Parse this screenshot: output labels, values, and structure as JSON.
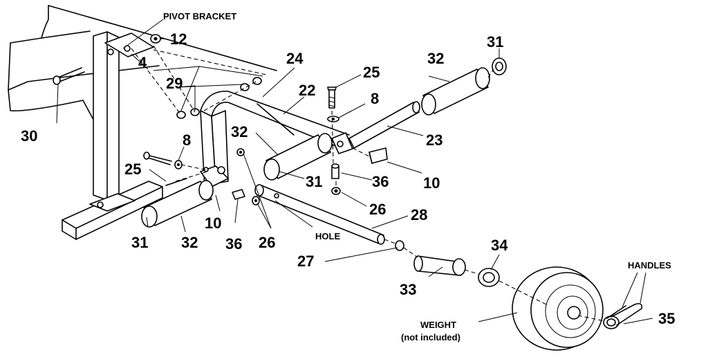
{
  "labels": {
    "pivot_bracket": "PIVOT BRACKET",
    "p4": "4",
    "p8": "8",
    "p10": "10",
    "p12": "12",
    "p22": "22",
    "p23": "23",
    "p24": "24",
    "p25": "25",
    "p26": "26",
    "p27": "27",
    "p28": "28",
    "p29": "29",
    "p30": "30",
    "p31": "31",
    "p32": "32",
    "p33": "33",
    "p34": "34",
    "p35": "35",
    "p36": "36",
    "hole": "HOLE",
    "handles": "HANDLES",
    "weight": "WEIGHT",
    "not_included": "(not included)"
  }
}
